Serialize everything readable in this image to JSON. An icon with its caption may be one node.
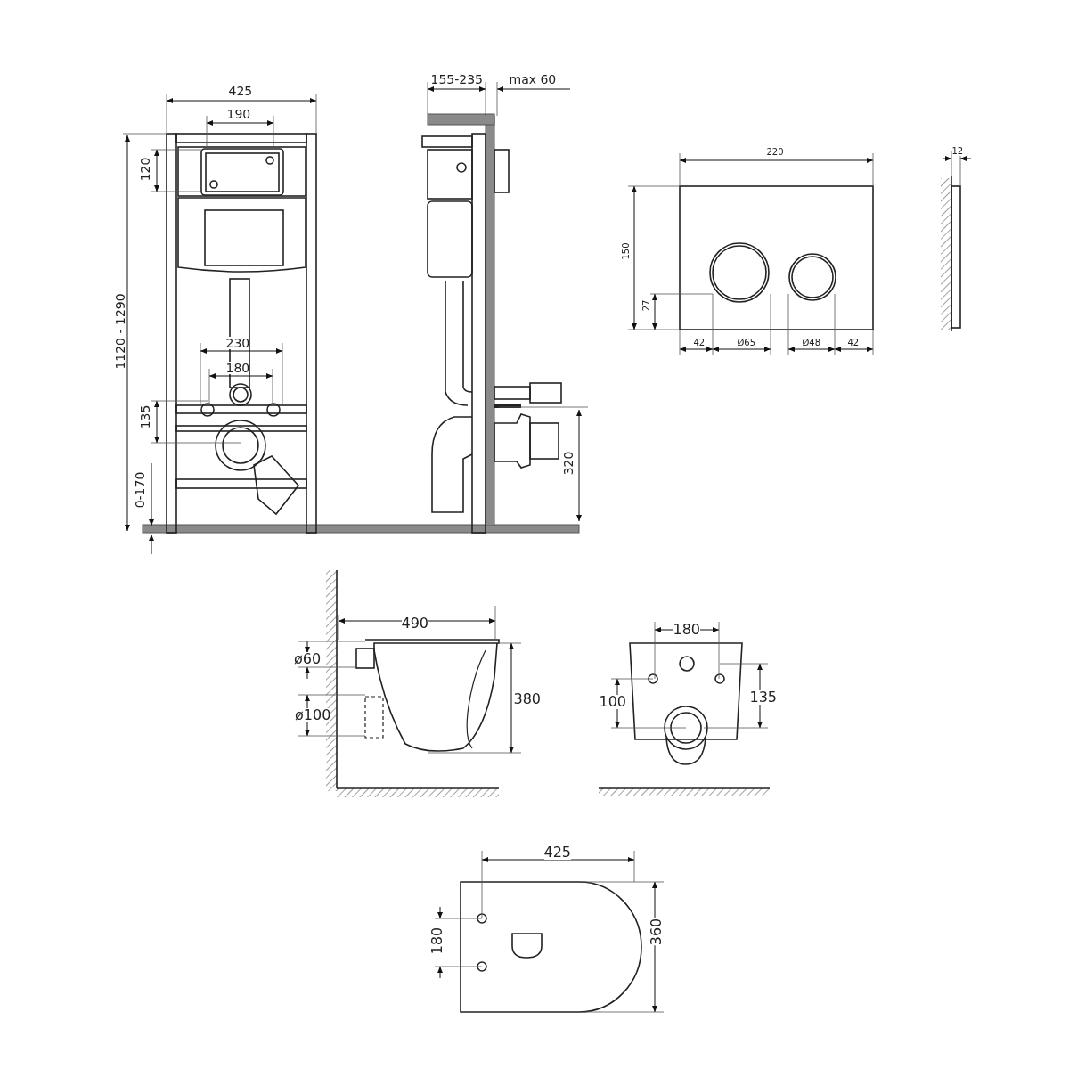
{
  "diagram": {
    "labels": [
      "425",
      "155-235",
      "max 60",
      "190",
      "220",
      "12",
      "120",
      "150",
      "1120 - 1290",
      "27",
      "230",
      "42",
      "Ø65",
      "Ø48",
      "42",
      "180",
      "135",
      "0-170",
      "320",
      "490",
      "180",
      "ø60",
      "380",
      "100",
      "135",
      "ø100",
      "425",
      "180",
      "360"
    ]
  }
}
